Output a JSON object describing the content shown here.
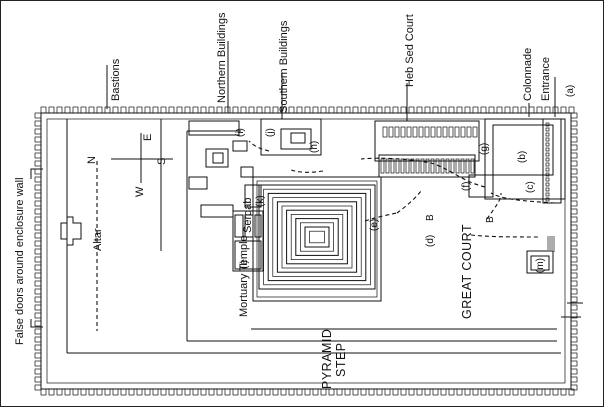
{
  "labels": {
    "bastions": "Bastions",
    "northern_buildings": "Northern Buildings",
    "southern_buildings": "Southern Buildings",
    "heb_sed_court": "Heb Sed Court",
    "colonnade": "Colonnade",
    "entrance": "Entrance",
    "false_doors": "False doors around enclosure wall",
    "altar": "Altar",
    "serdab": "Serdab",
    "mortuary_temple": "Mortuary Temple",
    "great_court": "GREAT COURT",
    "step": "STEP",
    "pyramid": "PYRAMID"
  },
  "compass": {
    "north": "N",
    "south": "S",
    "east": "E",
    "west": "W"
  },
  "markers": {
    "a": "(a)",
    "b": "(b)",
    "c": "(c)",
    "d": "(d)",
    "e": "(e)",
    "f": "(f)",
    "g": "(g)",
    "h": "(h)",
    "i": "(i)",
    "j": "(j)",
    "k": "(k)",
    "l": "(l)",
    "m": "(m)"
  },
  "glyphs": {
    "d_mark": "B",
    "b_mark": "B"
  }
}
